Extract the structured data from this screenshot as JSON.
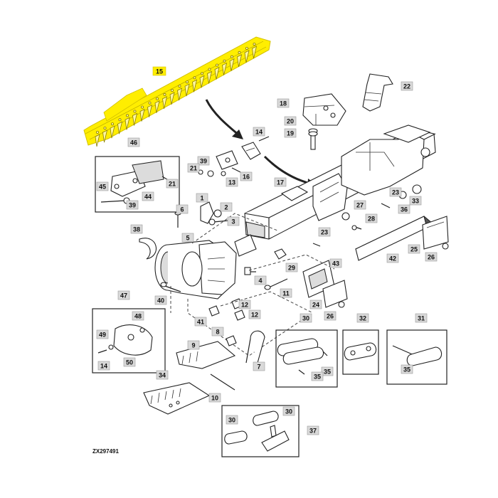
{
  "diagram": {
    "reference": "ZX297491",
    "highlight_color": "#ffee00",
    "callouts": [
      {
        "id": "c15",
        "text": "15",
        "highlight": true
      },
      {
        "id": "c14a",
        "text": "14"
      },
      {
        "id": "c18",
        "text": "18"
      },
      {
        "id": "c20",
        "text": "20"
      },
      {
        "id": "c19",
        "text": "19"
      },
      {
        "id": "c22",
        "text": "22"
      },
      {
        "id": "c46",
        "text": "46"
      },
      {
        "id": "c45",
        "text": "45"
      },
      {
        "id": "c39a",
        "text": "39"
      },
      {
        "id": "c44",
        "text": "44"
      },
      {
        "id": "c21a",
        "text": "21"
      },
      {
        "id": "c39b",
        "text": "39"
      },
      {
        "id": "c21b",
        "text": "21"
      },
      {
        "id": "c13",
        "text": "13"
      },
      {
        "id": "c16",
        "text": "16"
      },
      {
        "id": "c17",
        "text": "17"
      },
      {
        "id": "c1",
        "text": "1"
      },
      {
        "id": "c2",
        "text": "2"
      },
      {
        "id": "c3",
        "text": "3"
      },
      {
        "id": "c6",
        "text": "6"
      },
      {
        "id": "c5",
        "text": "5"
      },
      {
        "id": "c38",
        "text": "38"
      },
      {
        "id": "c27",
        "text": "27"
      },
      {
        "id": "c23a",
        "text": "23"
      },
      {
        "id": "c28",
        "text": "28"
      },
      {
        "id": "c36",
        "text": "36"
      },
      {
        "id": "c33",
        "text": "33"
      },
      {
        "id": "c23b",
        "text": "23"
      },
      {
        "id": "c25",
        "text": "25"
      },
      {
        "id": "c42",
        "text": "42"
      },
      {
        "id": "c26a",
        "text": "26"
      },
      {
        "id": "c29",
        "text": "29"
      },
      {
        "id": "c4",
        "text": "4"
      },
      {
        "id": "c43",
        "text": "43"
      },
      {
        "id": "c11",
        "text": "11"
      },
      {
        "id": "c24",
        "text": "24"
      },
      {
        "id": "c26b",
        "text": "26"
      },
      {
        "id": "c40",
        "text": "40"
      },
      {
        "id": "c12a",
        "text": "12"
      },
      {
        "id": "c12b",
        "text": "12"
      },
      {
        "id": "c41",
        "text": "41"
      },
      {
        "id": "c47",
        "text": "47"
      },
      {
        "id": "c48",
        "text": "48"
      },
      {
        "id": "c49",
        "text": "49"
      },
      {
        "id": "c14b",
        "text": "14"
      },
      {
        "id": "c50",
        "text": "50"
      },
      {
        "id": "c8",
        "text": "8"
      },
      {
        "id": "c9",
        "text": "9"
      },
      {
        "id": "c7",
        "text": "7"
      },
      {
        "id": "c34",
        "text": "34"
      },
      {
        "id": "c10",
        "text": "10"
      },
      {
        "id": "c30a",
        "text": "30"
      },
      {
        "id": "c35a",
        "text": "35"
      },
      {
        "id": "c35b",
        "text": "35"
      },
      {
        "id": "c32",
        "text": "32"
      },
      {
        "id": "c31",
        "text": "31"
      },
      {
        "id": "c35c",
        "text": "35"
      },
      {
        "id": "c30b",
        "text": "30"
      },
      {
        "id": "c30c",
        "text": "30"
      },
      {
        "id": "c37",
        "text": "37"
      }
    ]
  }
}
